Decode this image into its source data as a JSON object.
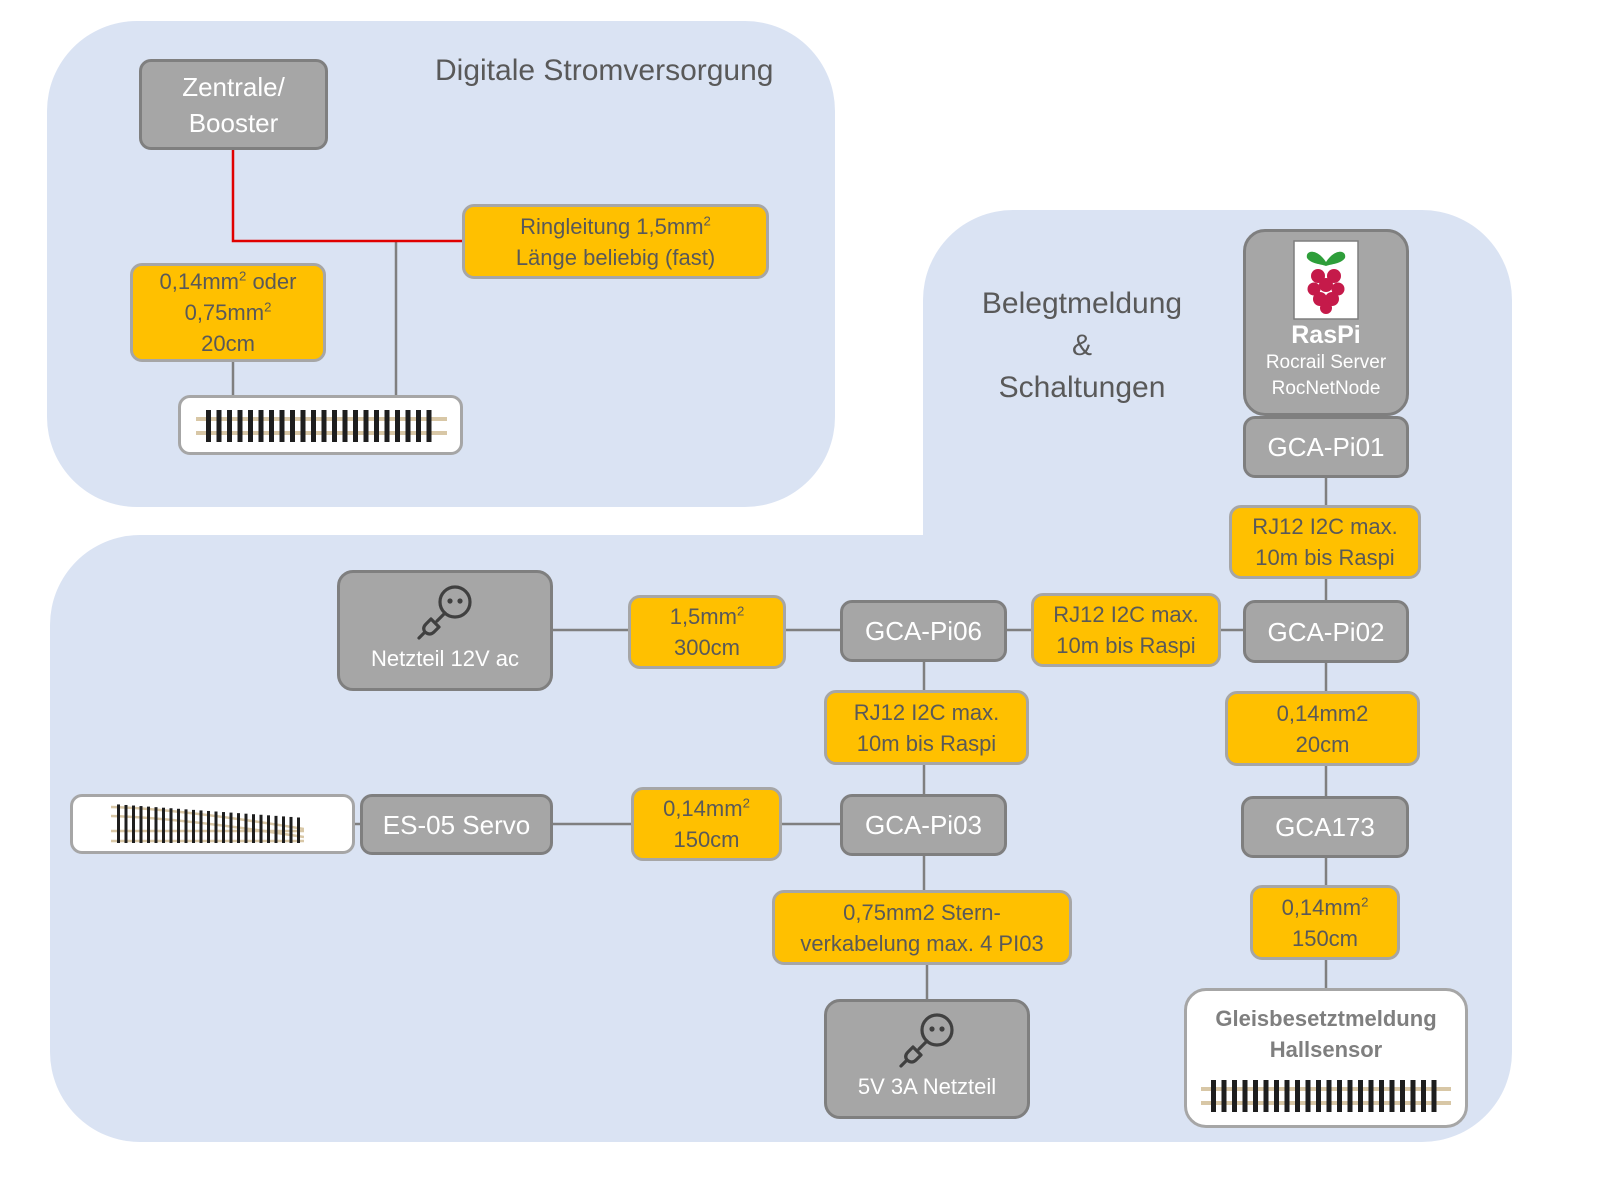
{
  "colors": {
    "panel": "#dae3f3",
    "node_fill": "#a6a6a6",
    "node_border": "#7f7f7f",
    "cable_fill": "#ffc000",
    "text_dark": "#595959",
    "power_line": "#e00000",
    "connector": "#7f7f7f"
  },
  "power_section": {
    "title": "Digitale Stromversorgung",
    "central": {
      "line1": "Zentrale/",
      "line2": "Booster"
    },
    "ring_cable": {
      "line1_base": "Ringleitung 1,5mm",
      "line1_sup": "2",
      "line2": "Länge beliebig (fast)"
    },
    "feeder_cable": {
      "line1_base": "0,14mm",
      "line1_sup": "2",
      "line1_rest": " oder",
      "line2_base": "0,75mm",
      "line2_sup": "2",
      "line3": "20cm"
    },
    "track_icon": "straight-track-icon"
  },
  "detection_section": {
    "title_line1": "Belegtmeldung",
    "title_line2": "&",
    "title_line3": "Schaltungen",
    "raspi": {
      "title": "RasPi",
      "line1": "Rocrail Server",
      "line2": "RocNetNode",
      "icon": "raspberry-pi-logo"
    },
    "pi01": "GCA-Pi01",
    "cable_pi01_pi02": {
      "line1": "RJ12 I2C max.",
      "line2": "10m bis Raspi"
    },
    "pi02": "GCA-Pi02",
    "cable_pi02_gca173": {
      "line1": "0,14mm2",
      "line2": "20cm"
    },
    "gca173": "GCA173",
    "cable_gca173_sensor": {
      "line1_base": "0,14mm",
      "line1_sup": "2",
      "line2": "150cm"
    },
    "sensor": {
      "line1": "Gleisbesetztmeldung",
      "line2": "Hallsensor",
      "icon": "straight-track-icon"
    },
    "cable_pi06_pi02": {
      "line1": "RJ12 I2C max.",
      "line2": "10m bis Raspi"
    },
    "pi06": "GCA-Pi06",
    "cable_psu12_pi06": {
      "line1_base": "1,5mm",
      "line1_sup": "2",
      "line2": "300cm"
    },
    "psu12": {
      "label": "Netzteil 12V ac",
      "icon": "power-plug-icon"
    },
    "cable_pi06_pi03": {
      "line1": "RJ12 I2C max.",
      "line2": "10m bis Raspi"
    },
    "pi03": "GCA-Pi03",
    "cable_servo_pi03": {
      "line1_base": "0,14mm",
      "line1_sup": "2",
      "line2": "150cm"
    },
    "servo": "ES-05 Servo",
    "turnout_icon": "turnout-track-icon",
    "cable_pi03_psu5": {
      "line1": "0,75mm2 Stern-",
      "line2": "verkabelung max. 4 PI03"
    },
    "psu5": {
      "label": "5V 3A Netzteil",
      "icon": "power-plug-icon"
    }
  }
}
